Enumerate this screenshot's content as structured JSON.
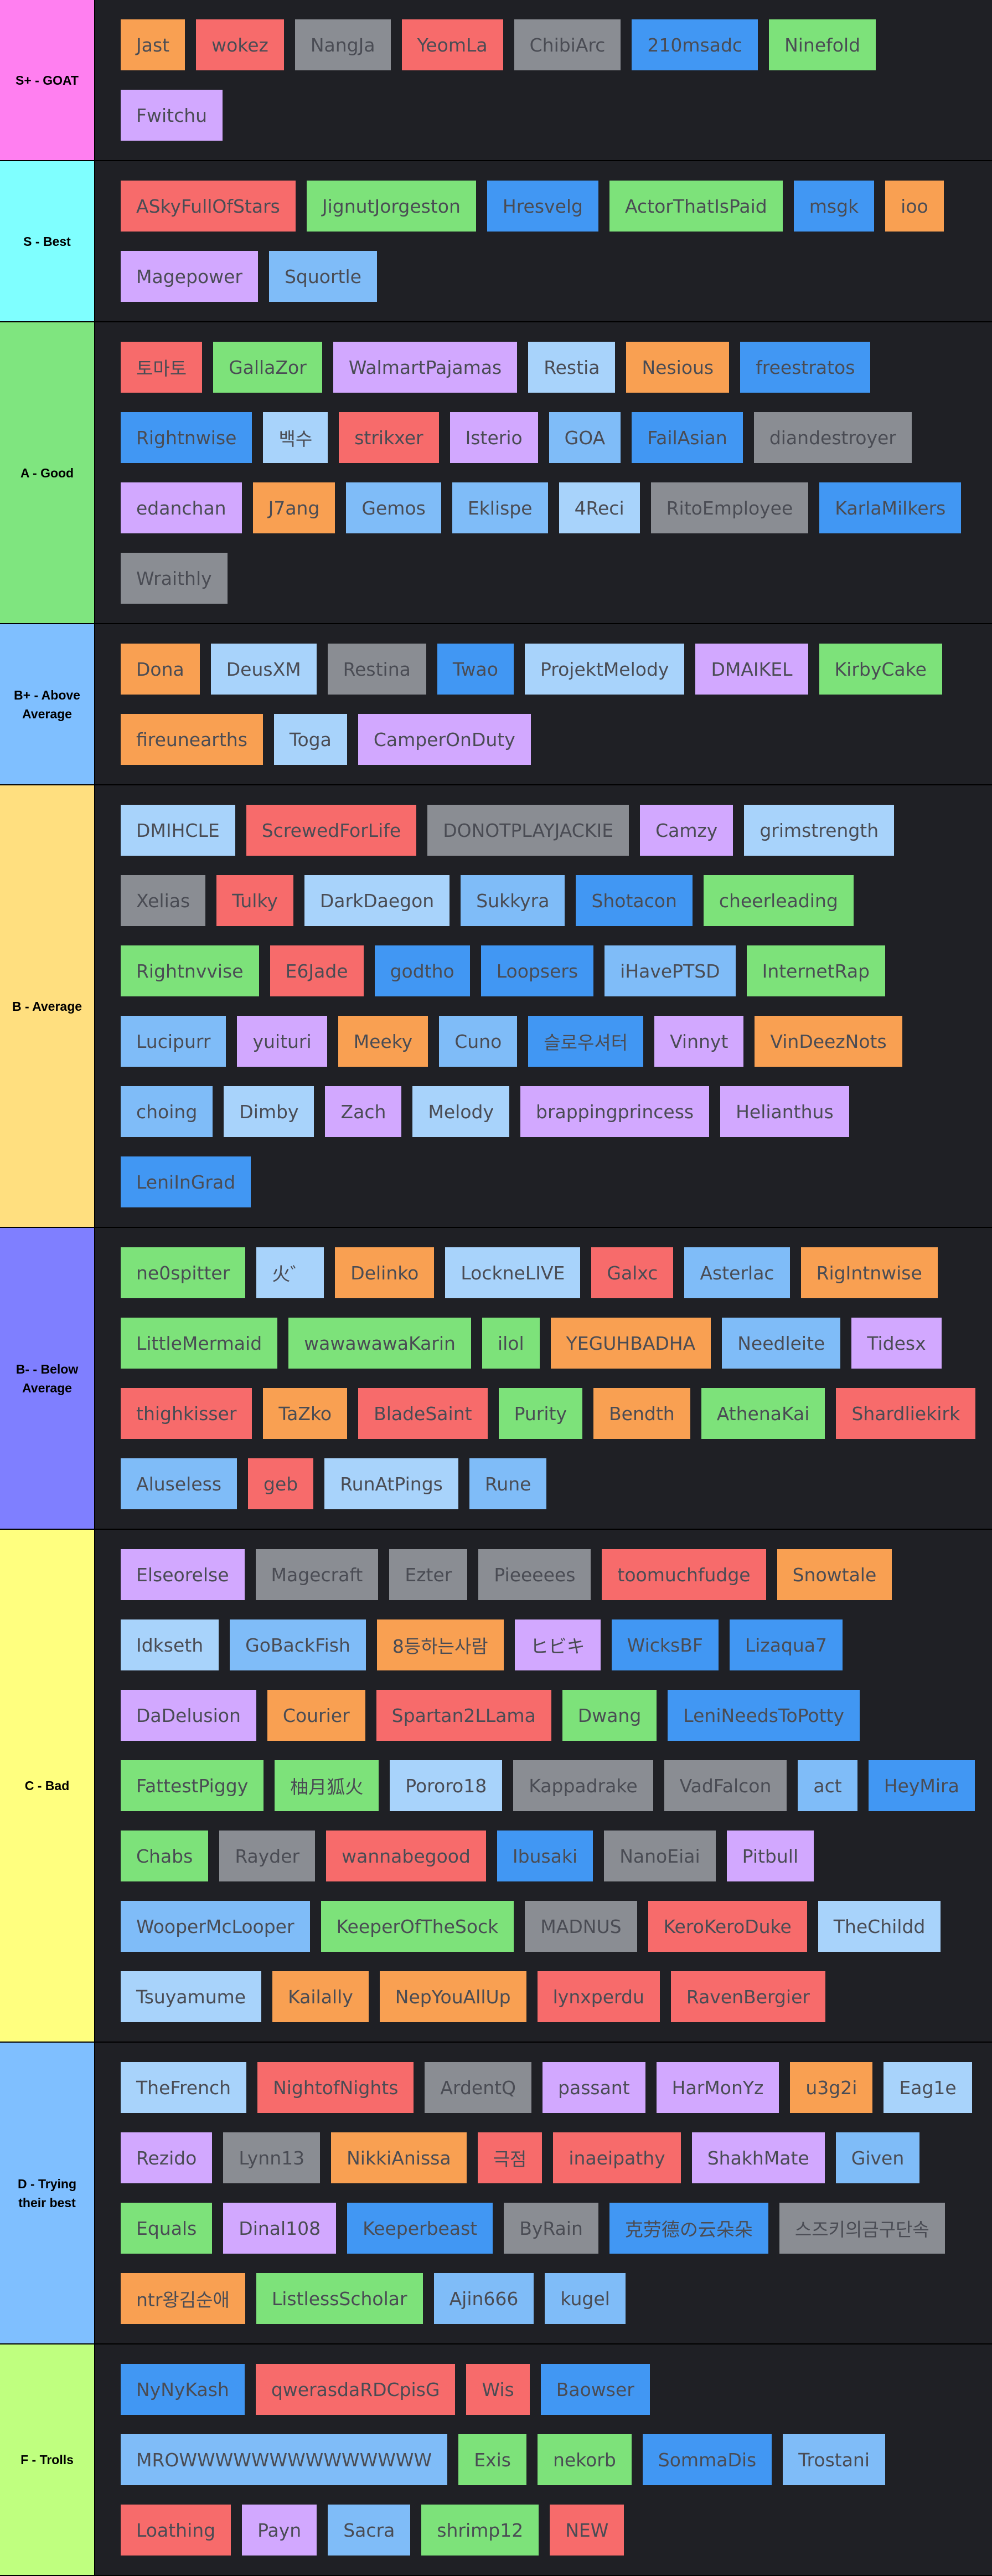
{
  "colors": {
    "orange": "#f9a052",
    "red": "#f76b6b",
    "gray": "#8a8d93",
    "blue": "#4197f3",
    "green": "#7de27a",
    "purple": "#d2a8ff",
    "sky": "#a8d3fb",
    "lblue": "#7fbcf8",
    "background": "#1f2025"
  },
  "tiers": [
    {
      "label": "S+ - GOAT",
      "color": "#ff7ff0",
      "items": [
        {
          "name": "Jast",
          "color": "orange"
        },
        {
          "name": "wokez",
          "color": "red"
        },
        {
          "name": "NangJa",
          "color": "gray"
        },
        {
          "name": "YeomLa",
          "color": "red"
        },
        {
          "name": "ChibiArc",
          "color": "gray"
        },
        {
          "name": "210msadc",
          "color": "blue"
        },
        {
          "name": "Ninefold",
          "color": "green"
        },
        {
          "name": "Fwitchu",
          "color": "purple"
        }
      ]
    },
    {
      "label": "S - Best",
      "color": "#7fffff",
      "items": [
        {
          "name": "ASkyFullOfStars",
          "color": "red"
        },
        {
          "name": "JignutJorgeston",
          "color": "green"
        },
        {
          "name": "Hresvelg",
          "color": "blue"
        },
        {
          "name": "ActorThatIsPaid",
          "color": "green"
        },
        {
          "name": "msgk",
          "color": "blue"
        },
        {
          "name": "ioo",
          "color": "orange"
        },
        {
          "name": "Magepower",
          "color": "purple"
        },
        {
          "name": "Squortle",
          "color": "lblue"
        }
      ]
    },
    {
      "label": "A - Good",
      "color": "#7fe57f",
      "items": [
        {
          "name": "토마토",
          "color": "red"
        },
        {
          "name": "GallaZor",
          "color": "green"
        },
        {
          "name": "WalmartPajamas",
          "color": "purple"
        },
        {
          "name": "Restia",
          "color": "sky"
        },
        {
          "name": "Nesious",
          "color": "orange"
        },
        {
          "name": "freestratos",
          "color": "blue"
        },
        {
          "name": "Rightnwise",
          "color": "blue"
        },
        {
          "name": "백수",
          "color": "sky"
        },
        {
          "name": "strikxer",
          "color": "red"
        },
        {
          "name": "Isterio",
          "color": "purple"
        },
        {
          "name": "GOA",
          "color": "lblue"
        },
        {
          "name": "FailAsian",
          "color": "blue"
        },
        {
          "name": "diandestroyer",
          "color": "gray"
        },
        {
          "name": "edanchan",
          "color": "purple"
        },
        {
          "name": "J7ang",
          "color": "orange"
        },
        {
          "name": "Gemos",
          "color": "lblue"
        },
        {
          "name": "Eklispe",
          "color": "lblue"
        },
        {
          "name": "4Reci",
          "color": "sky"
        },
        {
          "name": "RitoEmployee",
          "color": "gray"
        },
        {
          "name": "KarlaMilkers",
          "color": "blue"
        },
        {
          "name": "Wraithly",
          "color": "gray"
        }
      ]
    },
    {
      "label": "B+ - Above Average",
      "color": "#7fbfff",
      "items": [
        {
          "name": "Dona",
          "color": "orange"
        },
        {
          "name": "DeusXM",
          "color": "sky"
        },
        {
          "name": "Restina",
          "color": "gray"
        },
        {
          "name": "Twao",
          "color": "blue"
        },
        {
          "name": "ProjektMelody",
          "color": "sky"
        },
        {
          "name": "DMAIKEL",
          "color": "purple"
        },
        {
          "name": "KirbyCake",
          "color": "green"
        },
        {
          "name": "fireunearths",
          "color": "orange"
        },
        {
          "name": "Toga",
          "color": "sky"
        },
        {
          "name": "CamperOnDuty",
          "color": "purple"
        }
      ]
    },
    {
      "label": "B - Average",
      "color": "#ffdf7f",
      "items": [
        {
          "name": "DMIHCLE",
          "color": "sky"
        },
        {
          "name": "ScrewedForLife",
          "color": "red"
        },
        {
          "name": "DONOTPLAYJACKIE",
          "color": "gray"
        },
        {
          "name": "Camzy",
          "color": "purple"
        },
        {
          "name": "grimstrength",
          "color": "sky"
        },
        {
          "name": "Xelias",
          "color": "gray"
        },
        {
          "name": "Tulky",
          "color": "red"
        },
        {
          "name": "DarkDaegon",
          "color": "sky"
        },
        {
          "name": "Sukkyra",
          "color": "lblue"
        },
        {
          "name": "Shotacon",
          "color": "blue"
        },
        {
          "name": "cheerleading",
          "color": "green"
        },
        {
          "name": "Rightnvvise",
          "color": "green"
        },
        {
          "name": "E6Jade",
          "color": "red"
        },
        {
          "name": "godtho",
          "color": "blue"
        },
        {
          "name": "Loopsers",
          "color": "blue"
        },
        {
          "name": "iHavePTSD",
          "color": "lblue"
        },
        {
          "name": "InternetRap",
          "color": "green"
        },
        {
          "name": "Lucipurr",
          "color": "lblue"
        },
        {
          "name": "yuituri",
          "color": "purple"
        },
        {
          "name": "Meeky",
          "color": "orange"
        },
        {
          "name": "Cuno",
          "color": "lblue"
        },
        {
          "name": "슬로우셔터",
          "color": "blue"
        },
        {
          "name": "Vinnyt",
          "color": "purple"
        },
        {
          "name": "VinDeezNots",
          "color": "orange"
        },
        {
          "name": "choing",
          "color": "lblue"
        },
        {
          "name": "Dimby",
          "color": "sky"
        },
        {
          "name": "Zach",
          "color": "purple"
        },
        {
          "name": "Melody",
          "color": "sky"
        },
        {
          "name": "brappingprincess",
          "color": "purple"
        },
        {
          "name": "Helianthus",
          "color": "purple"
        },
        {
          "name": "LeniInGrad",
          "color": "blue"
        }
      ]
    },
    {
      "label": "B- - Below Average",
      "color": "#7f7fff",
      "items": [
        {
          "name": "ne0spitter",
          "color": "green"
        },
        {
          "name": "火゛",
          "color": "sky"
        },
        {
          "name": "Delinko",
          "color": "orange"
        },
        {
          "name": "LockneLIVE",
          "color": "sky"
        },
        {
          "name": "Galxc",
          "color": "red"
        },
        {
          "name": "Asterlac",
          "color": "lblue"
        },
        {
          "name": "RigIntnwise",
          "color": "orange"
        },
        {
          "name": "LittleMermaid",
          "color": "green"
        },
        {
          "name": "wawawawaKarin",
          "color": "green"
        },
        {
          "name": "ilol",
          "color": "green"
        },
        {
          "name": "YEGUHBADHA",
          "color": "orange"
        },
        {
          "name": "Needleite",
          "color": "lblue"
        },
        {
          "name": "Tidesx",
          "color": "purple"
        },
        {
          "name": "thighkisser",
          "color": "red"
        },
        {
          "name": "TaZko",
          "color": "orange"
        },
        {
          "name": "BladeSaint",
          "color": "red"
        },
        {
          "name": "Purity",
          "color": "green"
        },
        {
          "name": "Bendth",
          "color": "orange"
        },
        {
          "name": "AthenaKai",
          "color": "green"
        },
        {
          "name": "Shardliekirk",
          "color": "red"
        },
        {
          "name": "Aluseless",
          "color": "lblue"
        },
        {
          "name": "geb",
          "color": "red"
        },
        {
          "name": "RunAtPings",
          "color": "sky"
        },
        {
          "name": "Rune",
          "color": "lblue"
        }
      ]
    },
    {
      "label": "C - Bad",
      "color": "#ffff7f",
      "items": [
        {
          "name": "Elseorelse",
          "color": "purple"
        },
        {
          "name": "Magecraft",
          "color": "gray"
        },
        {
          "name": "Ezter",
          "color": "gray"
        },
        {
          "name": "Pieeeees",
          "color": "gray"
        },
        {
          "name": "toomuchfudge",
          "color": "red"
        },
        {
          "name": "Snowtale",
          "color": "orange"
        },
        {
          "name": "Idkseth",
          "color": "sky"
        },
        {
          "name": "GoBackFish",
          "color": "lblue"
        },
        {
          "name": "8등하는사람",
          "color": "orange"
        },
        {
          "name": "ヒビキ",
          "color": "purple"
        },
        {
          "name": "WicksBF",
          "color": "blue"
        },
        {
          "name": "Lizaqua7",
          "color": "blue"
        },
        {
          "name": "DaDelusion",
          "color": "purple"
        },
        {
          "name": "Courier",
          "color": "orange"
        },
        {
          "name": "Spartan2LLama",
          "color": "red"
        },
        {
          "name": "Dwang",
          "color": "green"
        },
        {
          "name": "LeniNeedsToPotty",
          "color": "blue"
        },
        {
          "name": "FattestPiggy",
          "color": "green"
        },
        {
          "name": "柚月狐火",
          "color": "green"
        },
        {
          "name": "Pororo18",
          "color": "sky"
        },
        {
          "name": "Kappadrake",
          "color": "gray"
        },
        {
          "name": "VadFalcon",
          "color": "gray"
        },
        {
          "name": "act",
          "color": "lblue"
        },
        {
          "name": "HeyMira",
          "color": "blue"
        },
        {
          "name": "Chabs",
          "color": "green"
        },
        {
          "name": "Rayder",
          "color": "gray"
        },
        {
          "name": "wannabegood",
          "color": "red"
        },
        {
          "name": "Ibusaki",
          "color": "blue"
        },
        {
          "name": "NanoEiai",
          "color": "gray"
        },
        {
          "name": "Pitbull",
          "color": "purple"
        },
        {
          "name": "WooperMcLooper",
          "color": "lblue"
        },
        {
          "name": "KeeperOfTheSock",
          "color": "green"
        },
        {
          "name": "MADNUS",
          "color": "gray"
        },
        {
          "name": "KeroKeroDuke",
          "color": "red"
        },
        {
          "name": "TheChildd",
          "color": "sky"
        },
        {
          "name": "Tsuyamume",
          "color": "sky"
        },
        {
          "name": "Kailally",
          "color": "orange"
        },
        {
          "name": "NepYouAllUp",
          "color": "orange"
        },
        {
          "name": "lynxperdu",
          "color": "red"
        },
        {
          "name": "RavenBergier",
          "color": "red"
        }
      ]
    },
    {
      "label": "D - Trying their best",
      "color": "#7fbfff",
      "items": [
        {
          "name": "TheFrench",
          "color": "sky"
        },
        {
          "name": "NightofNights",
          "color": "red"
        },
        {
          "name": "ArdentQ",
          "color": "gray"
        },
        {
          "name": "passant",
          "color": "purple"
        },
        {
          "name": "HarMonYz",
          "color": "purple"
        },
        {
          "name": "u3g2i",
          "color": "orange"
        },
        {
          "name": "Eag1e",
          "color": "sky"
        },
        {
          "name": "Rezido",
          "color": "purple"
        },
        {
          "name": "Lynn13",
          "color": "gray"
        },
        {
          "name": "NikkiAnissa",
          "color": "orange"
        },
        {
          "name": "극점",
          "color": "red"
        },
        {
          "name": "inaeipathy",
          "color": "red"
        },
        {
          "name": "ShakhMate",
          "color": "purple"
        },
        {
          "name": "Given",
          "color": "lblue"
        },
        {
          "name": "Equals",
          "color": "green"
        },
        {
          "name": "Dinal108",
          "color": "purple"
        },
        {
          "name": "Keeperbeast",
          "color": "blue"
        },
        {
          "name": "ByRain",
          "color": "gray"
        },
        {
          "name": "克劳德の云朵朵",
          "color": "blue"
        },
        {
          "name": "스즈키의금구단속",
          "color": "gray"
        },
        {
          "name": "ntr왕김순애",
          "color": "orange"
        },
        {
          "name": "ListlessScholar",
          "color": "green"
        },
        {
          "name": "Ajin666",
          "color": "lblue"
        },
        {
          "name": "kugel",
          "color": "lblue"
        }
      ]
    },
    {
      "label": "F - Trolls",
      "color": "#bfff7f",
      "items": [
        {
          "name": "NyNyKash",
          "color": "blue"
        },
        {
          "name": "qwerasdaRDCpisG",
          "color": "red"
        },
        {
          "name": "Wis",
          "color": "red"
        },
        {
          "name": "Baowser",
          "color": "blue"
        },
        {
          "name": "MROWWWWWWWWWWWWWW",
          "color": "lblue"
        },
        {
          "name": "Exis",
          "color": "green"
        },
        {
          "name": "nekorb",
          "color": "green"
        },
        {
          "name": "SommaDis",
          "color": "blue"
        },
        {
          "name": "Trostani",
          "color": "lblue"
        },
        {
          "name": "Loathing",
          "color": "red"
        },
        {
          "name": "Payn",
          "color": "purple"
        },
        {
          "name": "Sacra",
          "color": "lblue"
        },
        {
          "name": "shrimp12",
          "color": "green"
        },
        {
          "name": "NEW",
          "color": "red"
        }
      ]
    }
  ]
}
